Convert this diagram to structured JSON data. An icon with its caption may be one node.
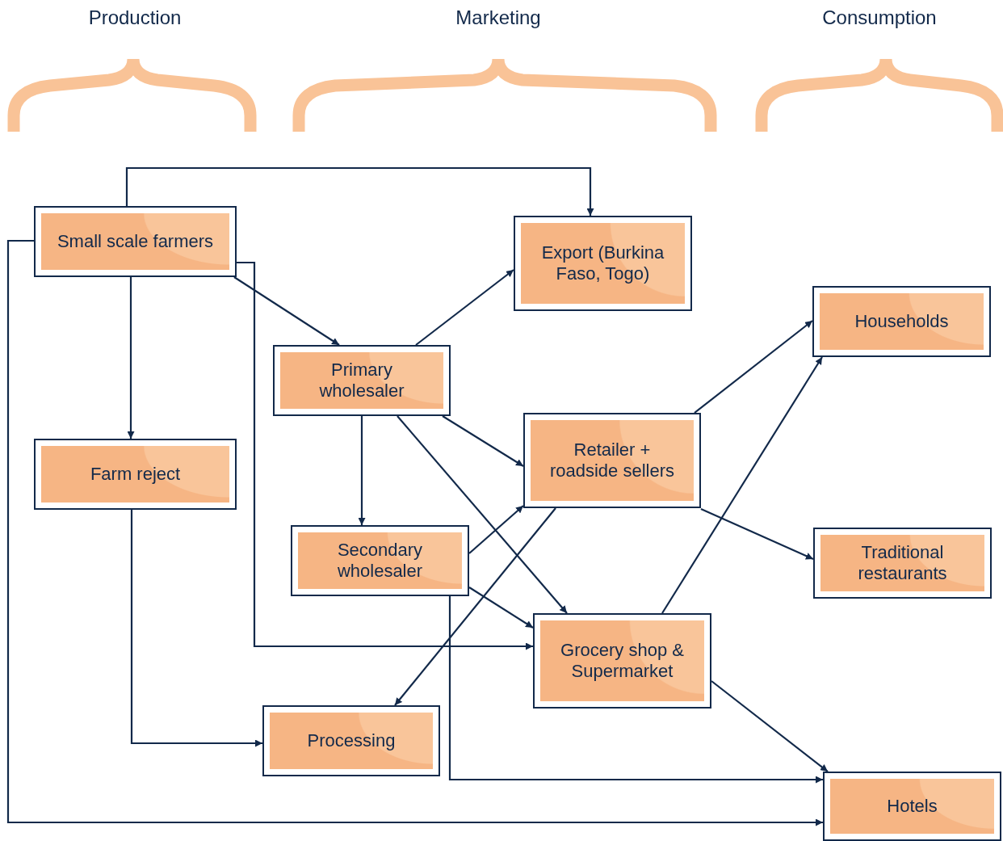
{
  "diagram": {
    "nodes": [
      {
        "text": [
          "Small scale farmers"
        ]
      },
      {
        "text": [
          "Export (Burkina Faso, Togo)"
        ]
      },
      {
        "text": [
          "Households"
        ]
      },
      {
        "text": [
          "Primary wholesaler"
        ]
      },
      {
        "text": [
          "Retailer + roadside sellers"
        ]
      },
      {
        "text": [
          "Farm reject"
        ]
      },
      {
        "text": [
          "Traditional restaurants"
        ]
      },
      {
        "text": [
          "Secondary wholesaler"
        ]
      },
      {
        "text": [
          "Grocery shop & Supermarket"
        ]
      },
      {
        "text": [
          "Processing"
        ]
      },
      {
        "text": [
          "Hotels"
        ]
      }
    ],
    "edges": [
      {
        "from": 0,
        "to": 1,
        "arrow": "to"
      },
      {
        "from": 0,
        "to": 3,
        "arrow": "to"
      },
      {
        "from": 0,
        "to": 5,
        "arrow": "to"
      },
      {
        "from": 0,
        "to": 8,
        "arrow": "to"
      },
      {
        "from": 0,
        "to": 10,
        "arrow": "to"
      },
      {
        "from": 3,
        "to": 1,
        "arrow": "to"
      },
      {
        "from": 3,
        "to": 4,
        "arrow": "to"
      },
      {
        "from": 3,
        "to": 7,
        "arrow": "to"
      },
      {
        "from": 3,
        "to": 8,
        "arrow": "to"
      },
      {
        "from": 4,
        "to": 2,
        "arrow": "to"
      },
      {
        "from": 4,
        "to": 6,
        "arrow": "to"
      },
      {
        "from": 4,
        "to": 9,
        "arrow": "to"
      },
      {
        "from": 7,
        "to": 4,
        "arrow": "to"
      },
      {
        "from": 7,
        "to": 8,
        "arrow": "to"
      },
      {
        "from": 7,
        "to": 10,
        "arrow": "to"
      },
      {
        "from": 5,
        "to": 9,
        "arrow": "to"
      },
      {
        "from": 8,
        "to": 2,
        "arrow": "to"
      },
      {
        "from": 8,
        "to": 10,
        "arrow": "to"
      }
    ],
    "labels": [
      "Production",
      "Marketing",
      "Consumption"
    ]
  }
}
